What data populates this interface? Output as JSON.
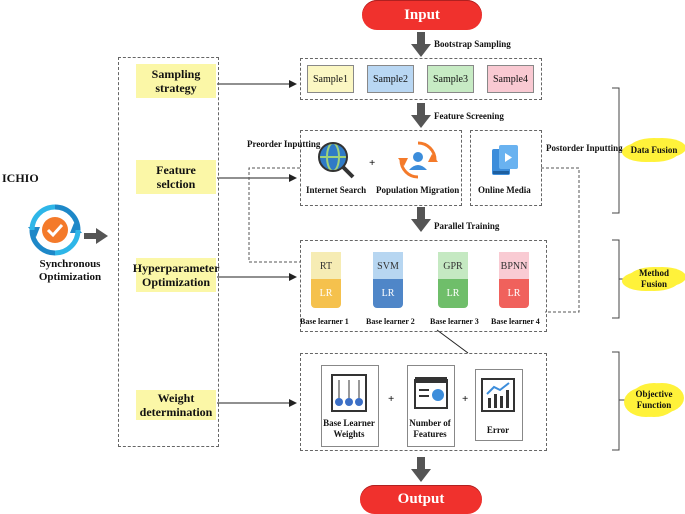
{
  "input_label": "Input",
  "output_label": "Output",
  "steps": {
    "bootstrap": "Bootstrap Sampling",
    "feature_screening": "Feature Screening",
    "parallel_training": "Parallel Training"
  },
  "left_panel": {
    "sampling": "Sampling strategy",
    "feature": "Feature selction",
    "hyper": "Hyperparameter Optimization",
    "weight": "Weight determination"
  },
  "ichio": {
    "title": "ICHIO",
    "subtitle": "Synchronous Optimization"
  },
  "samples": [
    "Sample1",
    "Sample2",
    "Sample3",
    "Sample4"
  ],
  "sample_colors": [
    "#fbf7c3",
    "#b9d7f3",
    "#c7ebc4",
    "#f9c9d2"
  ],
  "preorder": "Preorder Inputting",
  "postorder": "Postorder Inputting",
  "features": {
    "internet": "Internet Search",
    "plus": "+",
    "migration": "Population Migration",
    "media": "Online Media"
  },
  "learners": [
    {
      "top": "RT",
      "bottom": "LR",
      "caption": "Base learner 1",
      "top_color": "#f6ecb4",
      "bottom_color": "#f5c14d"
    },
    {
      "top": "SVM",
      "bottom": "LR",
      "caption": "Base learner 2",
      "top_color": "#b7d6f1",
      "bottom_color": "#4f86c8"
    },
    {
      "top": "GPR",
      "bottom": "LR",
      "caption": "Base learner 3",
      "top_color": "#c5e9c2",
      "bottom_color": "#6fbe6a"
    },
    {
      "top": "BPNN",
      "bottom": "LR",
      "caption": "Base learner 4",
      "top_color": "#f9cbd3",
      "bottom_color": "#f0615c"
    }
  ],
  "objective": {
    "weights": "Base Learner Weights",
    "plus1": "+",
    "features": "Number of Features",
    "plus2": "+",
    "error": "Error"
  },
  "side": {
    "data_fusion": "Data Fusion",
    "method_fusion": "Method Fusion",
    "objective_function": "Objective Function"
  }
}
